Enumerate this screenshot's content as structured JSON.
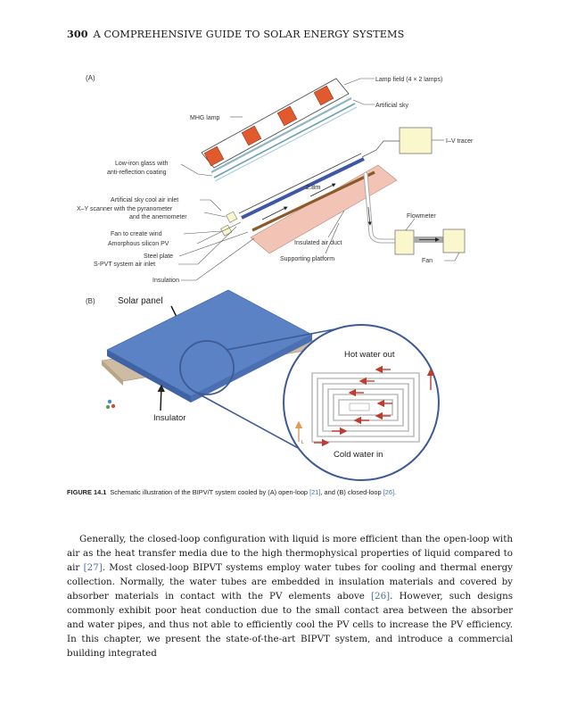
{
  "header": {
    "page_number": "300",
    "title": "A COMPREHENSIVE GUIDE TO SOLAR ENERGY SYSTEMS"
  },
  "figure": {
    "panel_a": {
      "label": "(A)",
      "lamp_field": "Lamp field (4 × 2 lamps)",
      "artificial_sky": "Artificial sky",
      "mhg_lamp": "MHG lamp",
      "iv_tracer": "I–V tracer",
      "glass_line1": "Low-iron glass with",
      "glass_line2": "anti-reflection coating",
      "length": "2.8m",
      "sky_inlet": "Artificial sky cool air inlet",
      "scanner_line1": "X–Y scanner with the pyranometer",
      "scanner_line2": "and the anemometer",
      "flowmeter": "Flowmeter",
      "fan_wind": "Fan to create wind",
      "insulated_duct": "Insulated air duct",
      "amorphous_pv": "Amorphous silicon PV",
      "steel_plate": "Steel plate",
      "pvt_inlet": "S-PVT system air inlet",
      "supporting_platform": "Supporting platform",
      "fan": "Fan",
      "insulation": "Insulation"
    },
    "panel_b": {
      "label": "(B)",
      "solar_panel": "Solar panel",
      "insulator": "Insulator",
      "hot_water_out": "Hot water out",
      "cold_water_in": "Cold water in"
    },
    "colors": {
      "lamp_red": "#e05a2e",
      "pv_blue": "#3d56a6",
      "steel_brown": "#8b5a2b",
      "platform_pink": "#f2c4b5",
      "box_yellow": "#fbf7cd",
      "panel_blue": "#5b82c5",
      "arrow_red": "#c23b2e"
    }
  },
  "caption": {
    "label": "FIGURE 14.1",
    "text_before": "Schematic illustration of the BIPV/T system cooled by (A) open-loop ",
    "cite1": "[21]",
    "text_mid": ", and (B) closed-loop ",
    "cite2": "[26]",
    "text_end": "."
  },
  "body": {
    "p1_a": "Generally, the closed-loop configuration with liquid is more efficient than the open-loop with air as the heat transfer media due to the high thermophysical properties of liquid compared to air ",
    "cite_27": "[27]",
    "p1_b": ". Most closed-loop BIPVT systems employ water tubes for cooling and thermal energy collection. Normally, the water tubes are embedded in insulation materials and covered by absorber materials in contact with the PV elements above ",
    "cite_26": "[26]",
    "p1_c": ". However, such designs commonly exhibit poor heat conduction due to the small contact area between the absorber and water pipes, and thus not able to efficiently cool the PV cells to increase the PV efficiency. In this chapter, we present the state-of-the-art BIPVT system, and introduce a commercial building integrated"
  }
}
